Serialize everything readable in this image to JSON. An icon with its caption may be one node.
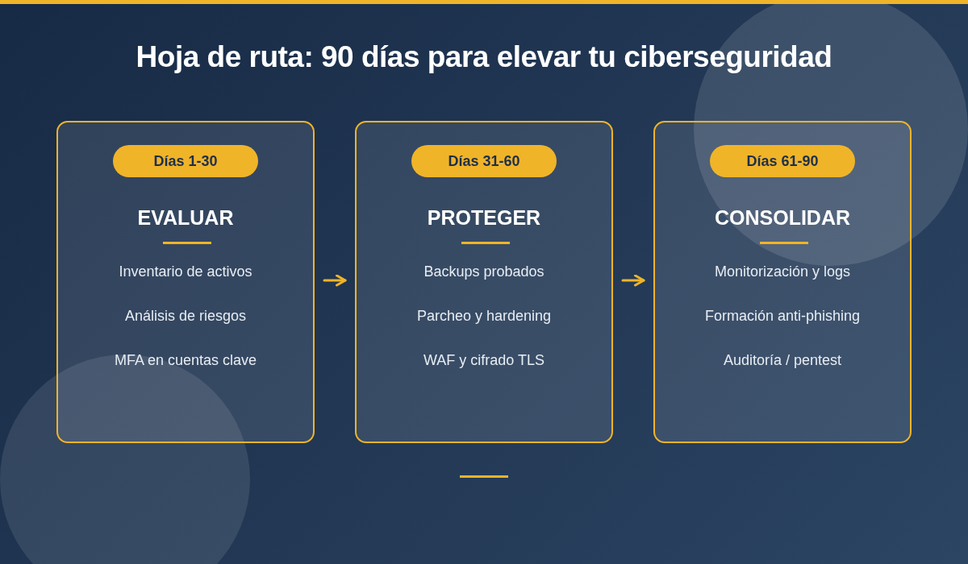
{
  "diagram": {
    "title": "Hoja de ruta: 90 días para elevar tu ciberseguridad",
    "nodes": [
      {
        "text": [
          "EVALUAR",
          "Inventario de activos",
          "Análisis de riesgos",
          "MFA en cuentas clave"
        ]
      },
      {
        "text": [
          "Días 1-30"
        ],
        "in": 0
      },
      {
        "text": [
          "PROTEGER",
          "Backups probados",
          "Parcheo y hardening",
          "WAF y cifrado TLS"
        ]
      },
      {
        "text": [
          "Días 31-60"
        ],
        "in": 2
      },
      {
        "text": [
          "CONSOLIDAR",
          "Monitorización y logs",
          "Formación anti-phishing",
          "Auditoría / pentest"
        ]
      },
      {
        "text": [
          "Días 61-90"
        ],
        "in": 4
      }
    ],
    "edges": [
      {
        "from": 0,
        "to": 2,
        "arrow": "to"
      },
      {
        "from": 2,
        "to": 4,
        "arrow": "to"
      }
    ]
  }
}
